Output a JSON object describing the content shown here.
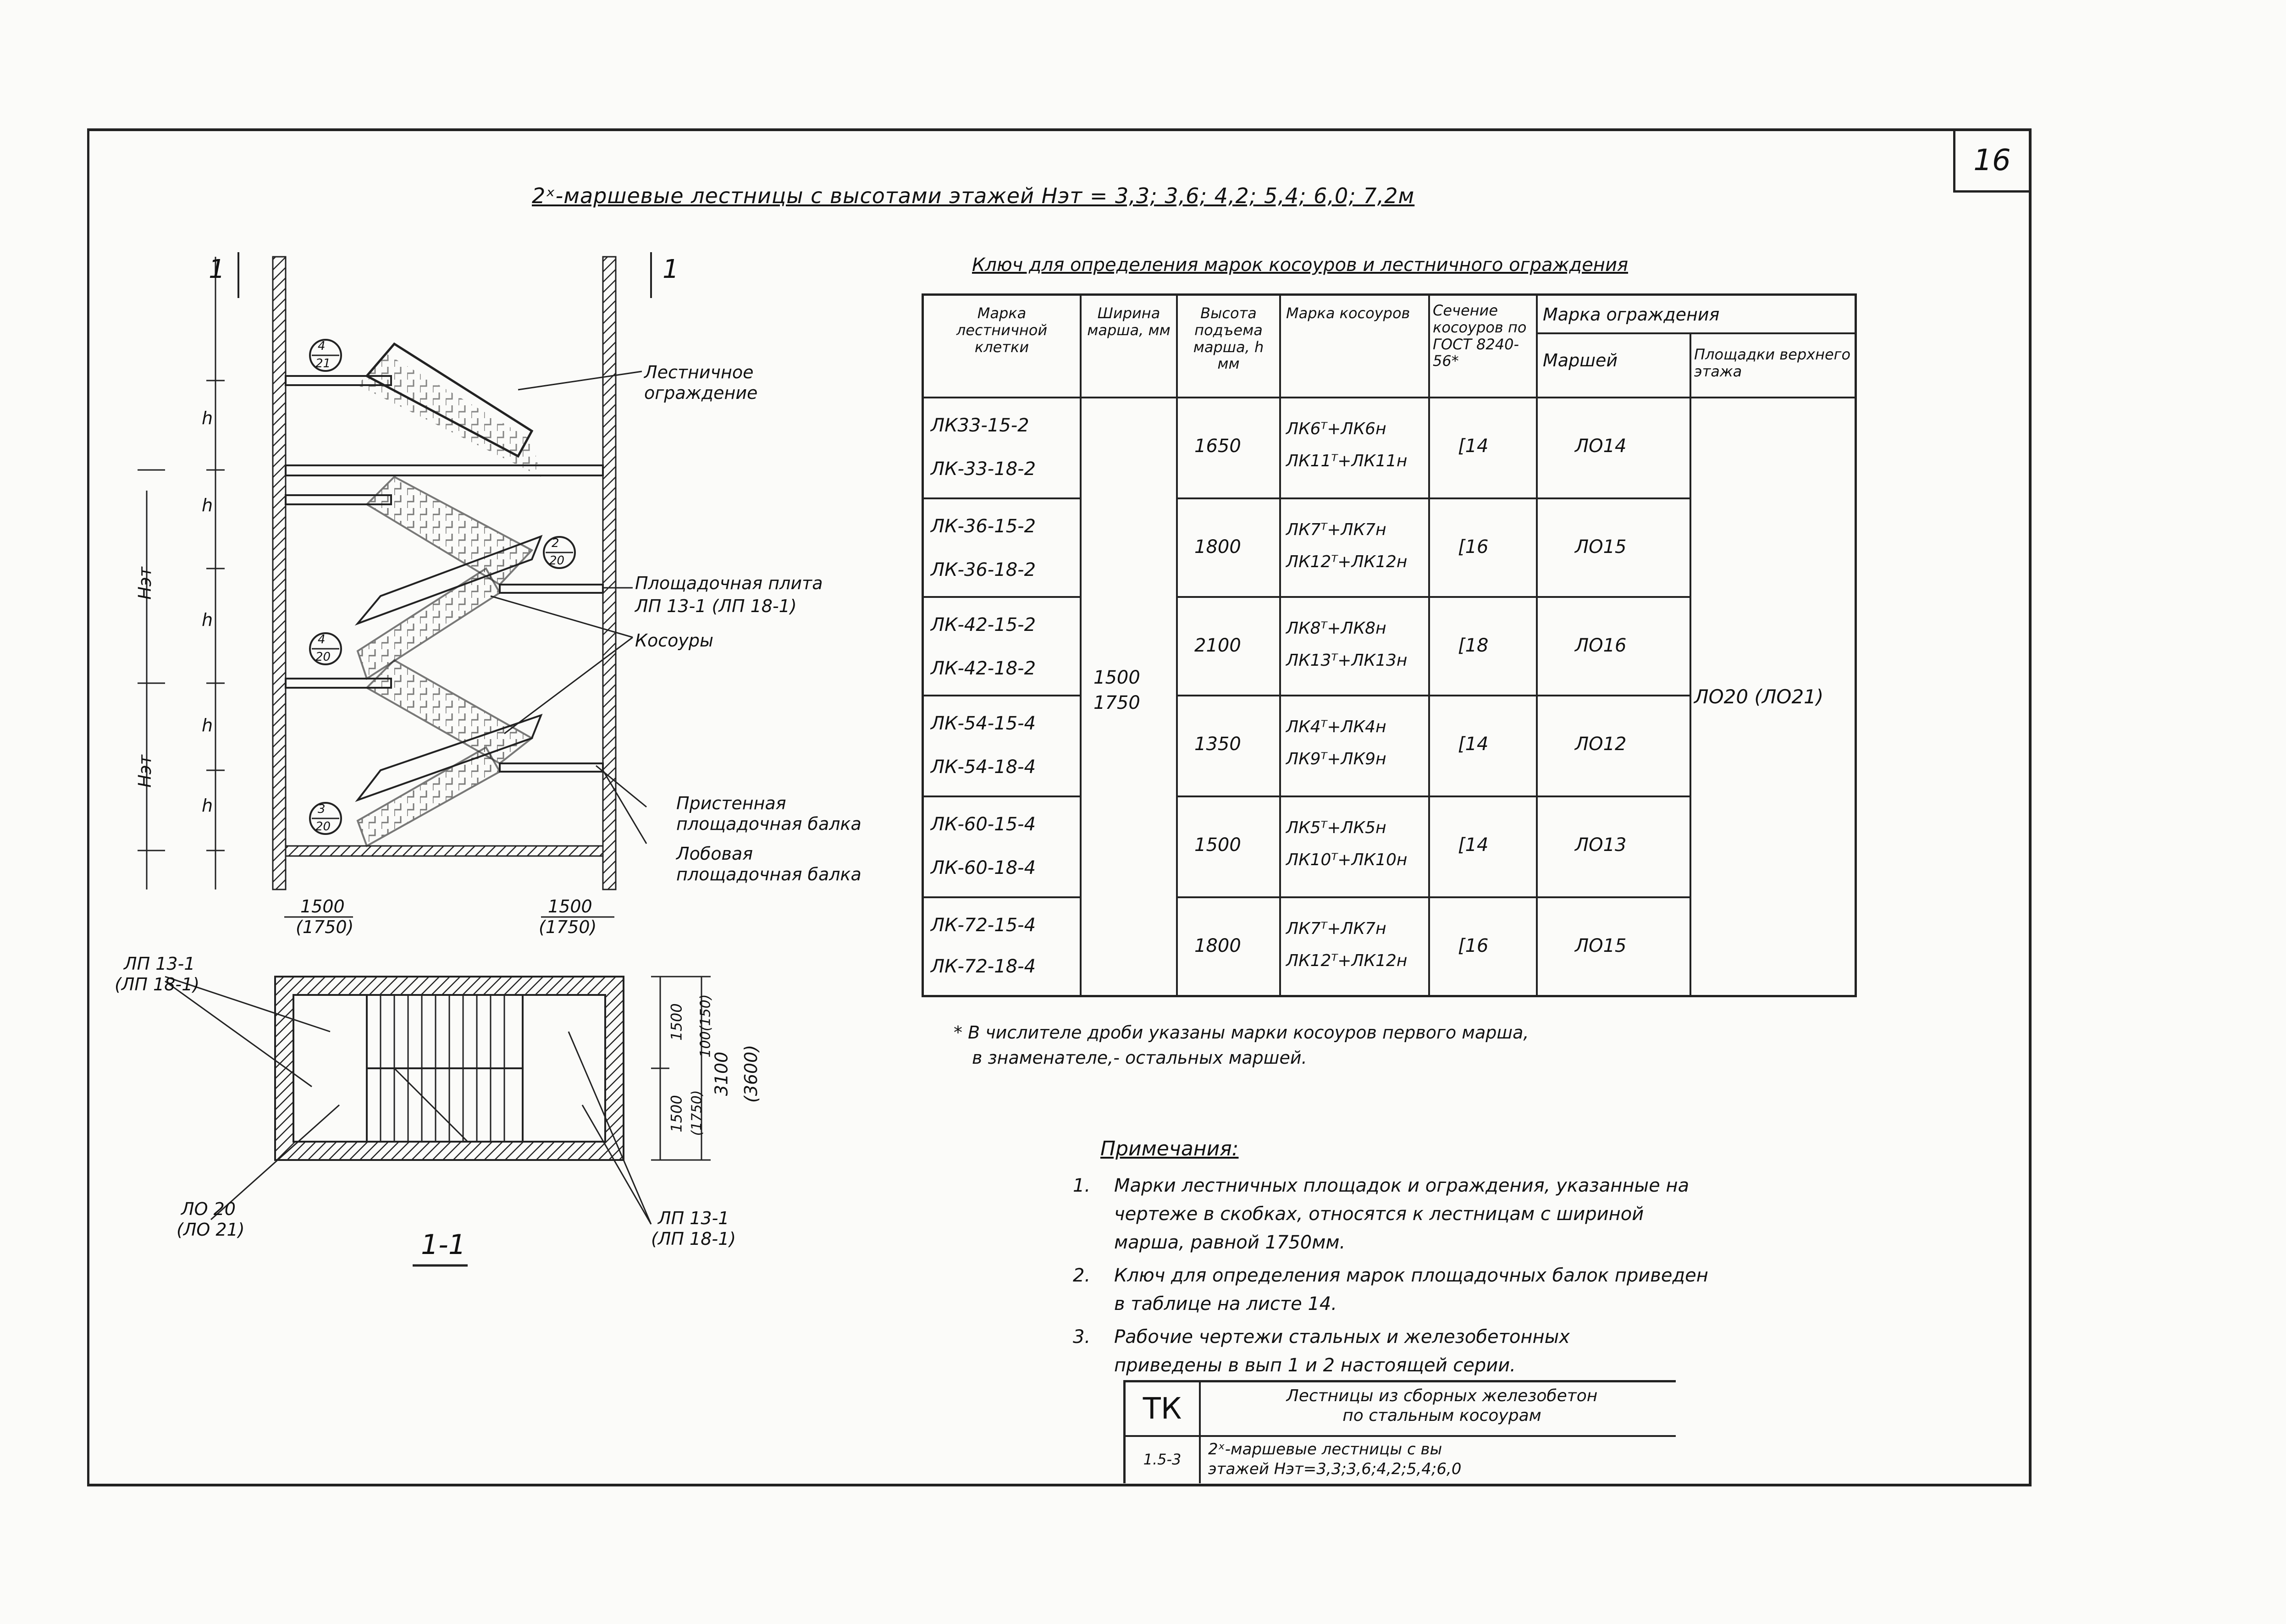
{
  "sheet_number": "16",
  "title": "2ˣ-маршевые лестницы с высотами этажей Нэт = 3,3; 3,6; 4,2; 5,4; 6,0; 7,2м",
  "section": {
    "section_mark_left": "1",
    "section_mark_right": "1",
    "dim_h": "h",
    "dim_hst_upper": "Нэт",
    "dim_hst_lower": "Нэт",
    "callout_1_num": "4",
    "callout_1_sheet": "21",
    "callout_2_num": "2",
    "callout_2_sheet": "20",
    "callout_3_num": "4",
    "callout_3_sheet": "20",
    "callout_4_num": "3",
    "callout_4_sheet": "20",
    "label_railing_1": "Лестничное",
    "label_railing_2": "ограждение",
    "label_slab_1": "Площадочная плита",
    "label_slab_2": "ЛП 13-1 (ЛП 18-1)",
    "label_stringers": "Косоуры",
    "label_wall_beam_1": "Пристенная",
    "label_wall_beam_2": "площадочная балка",
    "label_front_beam_1": "Лобовая",
    "label_front_beam_2": "площадочная балка",
    "dim_left_1": "1500",
    "dim_left_2": "(1750)",
    "dim_right_1": "1500",
    "dim_right_2": "(1750)"
  },
  "plan": {
    "label_top_1": "ЛП 13-1",
    "label_top_2": "(ЛП 18-1)",
    "label_bottom_left_1": "ЛО 20",
    "label_bottom_left_2": "(ЛО 21)",
    "label_bottom_right_1": "ЛП 13-1",
    "label_bottom_right_2": "(ЛП 18-1)",
    "dim_a1": "1500",
    "dim_a2": "(1750)",
    "dim_b1": "100(150)",
    "dim_c1": "1500",
    "dim_c2": "(1750)",
    "dim_total_1": "3100",
    "dim_total_2": "(3600)",
    "section_label": "1-1"
  },
  "key_table": {
    "caption": "Ключ для определения марок косоуров и лестничного ограждения",
    "headers": {
      "cell_mark": "Марка лестничной клетки",
      "width": "Ширина марша, мм",
      "height": "Высота подъема марша, h мм",
      "stringer_mark": "Марка косоуров",
      "section": "Сечение косоуров по ГОСТ 8240-56*",
      "railing_group": "Марка ограждения",
      "railing_march": "Маршей",
      "railing_landing": "Площадки верхнего этажа"
    },
    "width_value_1": "1500",
    "width_value_2": "1750",
    "landing_railing_value": "ЛО20 (ЛО21)",
    "rows": [
      {
        "mark_1": "ЛК33-15-2",
        "mark_2": "ЛК-33-18-2",
        "height": "1650",
        "stringer_1": "ЛК6ᵀ+ЛК6н",
        "stringer_2": "ЛК11ᵀ+ЛК11н",
        "section": "[14",
        "railing": "ЛО14"
      },
      {
        "mark_1": "ЛК-36-15-2",
        "mark_2": "ЛК-36-18-2",
        "height": "1800",
        "stringer_1": "ЛК7ᵀ+ЛК7н",
        "stringer_2": "ЛК12ᵀ+ЛК12н",
        "section": "[16",
        "railing": "ЛО15"
      },
      {
        "mark_1": "ЛК-42-15-2",
        "mark_2": "ЛК-42-18-2",
        "height": "2100",
        "stringer_1": "ЛК8ᵀ+ЛК8н",
        "stringer_2": "ЛК13ᵀ+ЛК13н",
        "section": "[18",
        "railing": "ЛО16"
      },
      {
        "mark_1": "ЛК-54-15-4",
        "mark_2": "ЛК-54-18-4",
        "height": "1350",
        "stringer_1": "ЛК4ᵀ+ЛК4н",
        "stringer_2": "ЛК9ᵀ+ЛК9н",
        "section": "[14",
        "railing": "ЛО12"
      },
      {
        "mark_1": "ЛК-60-15-4",
        "mark_2": "ЛК-60-18-4",
        "height": "1500",
        "stringer_1": "ЛК5ᵀ+ЛК5н",
        "stringer_2": "ЛК10ᵀ+ЛК10н",
        "section": "[14",
        "railing": "ЛО13"
      },
      {
        "mark_1": "ЛК-72-15-4",
        "mark_2": "ЛК-72-18-4",
        "height": "1800",
        "stringer_1": "ЛК7ᵀ+ЛК7н",
        "stringer_2": "ЛК12ᵀ+ЛК12н",
        "section": "[16",
        "railing": "ЛО15"
      }
    ]
  },
  "footnote_1": "* В числителе дроби указаны марки косоуров первого марша,",
  "footnote_2": "в знаменателе,- остальных маршей.",
  "notes_title": "Примечания:",
  "notes": [
    {
      "num": "1.",
      "line_1": "Марки лестничных площадок и ограждения, указанные на",
      "line_2": "чертеже в скобках, относятся к лестницам с шириной",
      "line_3": "марша, равной 1750мм."
    },
    {
      "num": "2.",
      "line_1": "Ключ для определения марок площадочных балок приведен",
      "line_2": "в таблице на листе 14."
    },
    {
      "num": "3.",
      "line_1": "Рабочие чертежи стальных и железобетонных",
      "line_2": "приведены в вып 1 и 2 настоящей серии."
    }
  ],
  "stamp": {
    "tk": "ТК",
    "series_title_1": "Лестницы из сборных железобетон",
    "series_title_2": "по стальным косоурам",
    "code": "1.5-3",
    "sheet_title_1": "2ˣ-маршевые лестницы с вы",
    "sheet_title_2": "этажей Нэт=3,3;3,6;4,2;5,4;6,0"
  }
}
